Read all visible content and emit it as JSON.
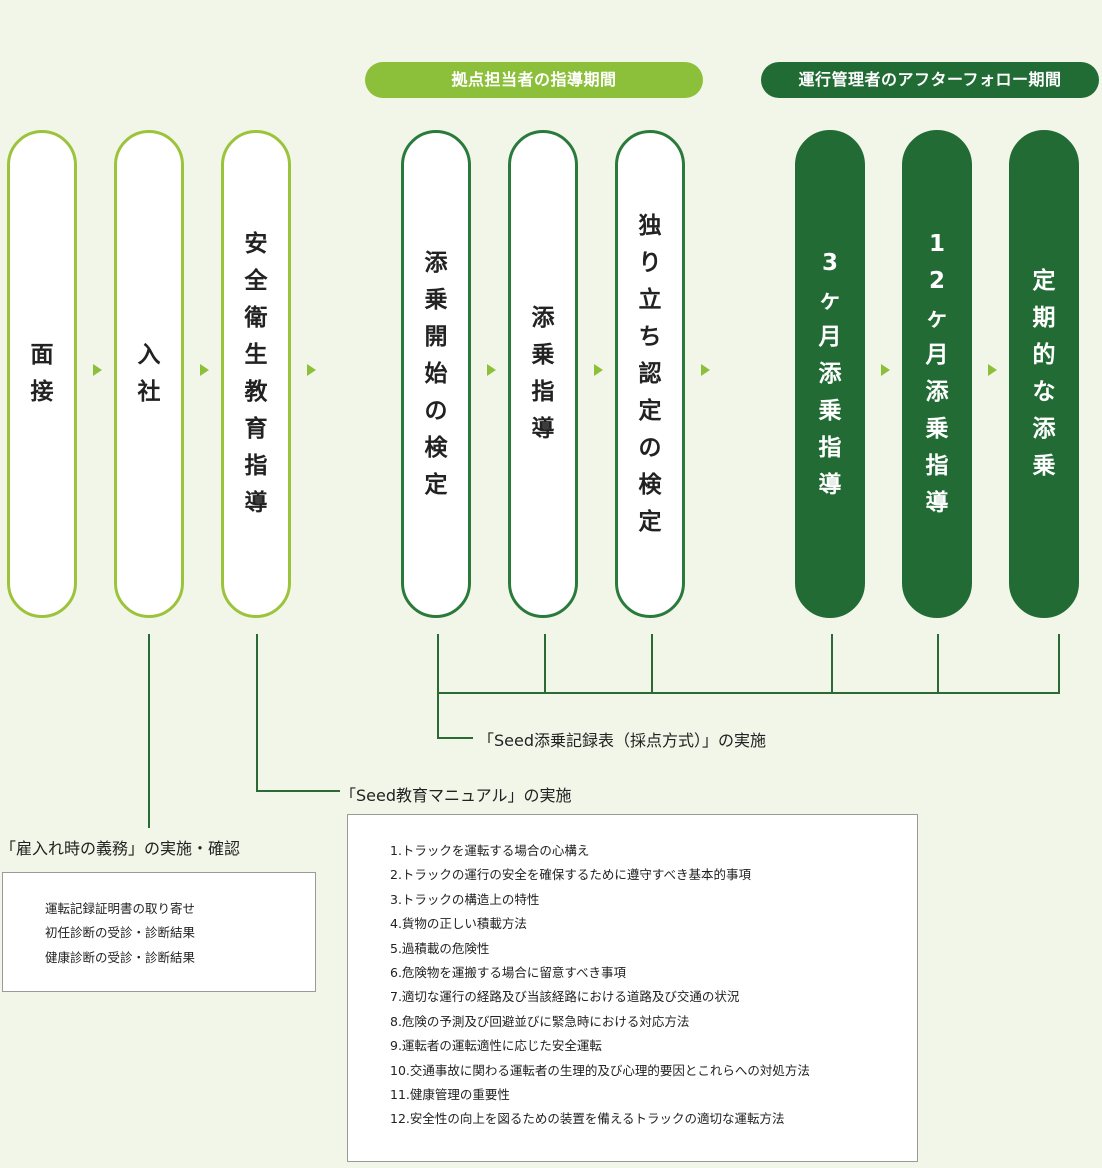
{
  "banners": {
    "advisor_period": "拠点担当者の指導期間",
    "followup_period": "運行管理者のアフターフォロー期間"
  },
  "steps": [
    {
      "label": "面接"
    },
    {
      "label": "入社"
    },
    {
      "label": "安全衛生教育指導"
    },
    {
      "label": "添乗開始の検定"
    },
    {
      "label": "添乗指導"
    },
    {
      "label": "独り立ち認定の検定"
    },
    {
      "label": "3ヶ月添乗指導"
    },
    {
      "label": "12ヶ月添乗指導"
    },
    {
      "label": "定期的な添乗"
    }
  ],
  "notes": {
    "ride_record": "「Seed添乗記録表（採点方式）」の実施",
    "manual": "「Seed教育マニュアル」の実施",
    "duties": "「雇入れ時の義務」の実施・確認"
  },
  "duties_list": [
    "運転記録証明書の取り寄せ",
    "初任診断の受診・診断結果",
    "健康診断の受診・診断結果"
  ],
  "manual_list": [
    "1.トラックを運転する場合の心構え",
    "2.トラックの運行の安全を確保するために遵守すべき基本的事項",
    "3.トラックの構造上の特性",
    "4.貨物の正しい積載方法",
    "5.過積載の危険性",
    "6.危険物を運搬する場合に留意すべき事項",
    "7.適切な運行の経路及び当該経路における道路及び交通の状況",
    "8.危険の予測及び回避並びに緊急時における対応方法",
    "9.運転者の運転適性に応じた安全運転",
    "10.交通事故に関わる運転者の生理的及び心理的要因とこれらへの対処方法",
    "11.健康管理の重要性",
    "12.安全性の向上を図るための装置を備えるトラックの適切な運転方法"
  ],
  "colors": {
    "light_green": "#8cbf3a",
    "dark_green": "#216b35",
    "background": "#f2f6e9"
  }
}
